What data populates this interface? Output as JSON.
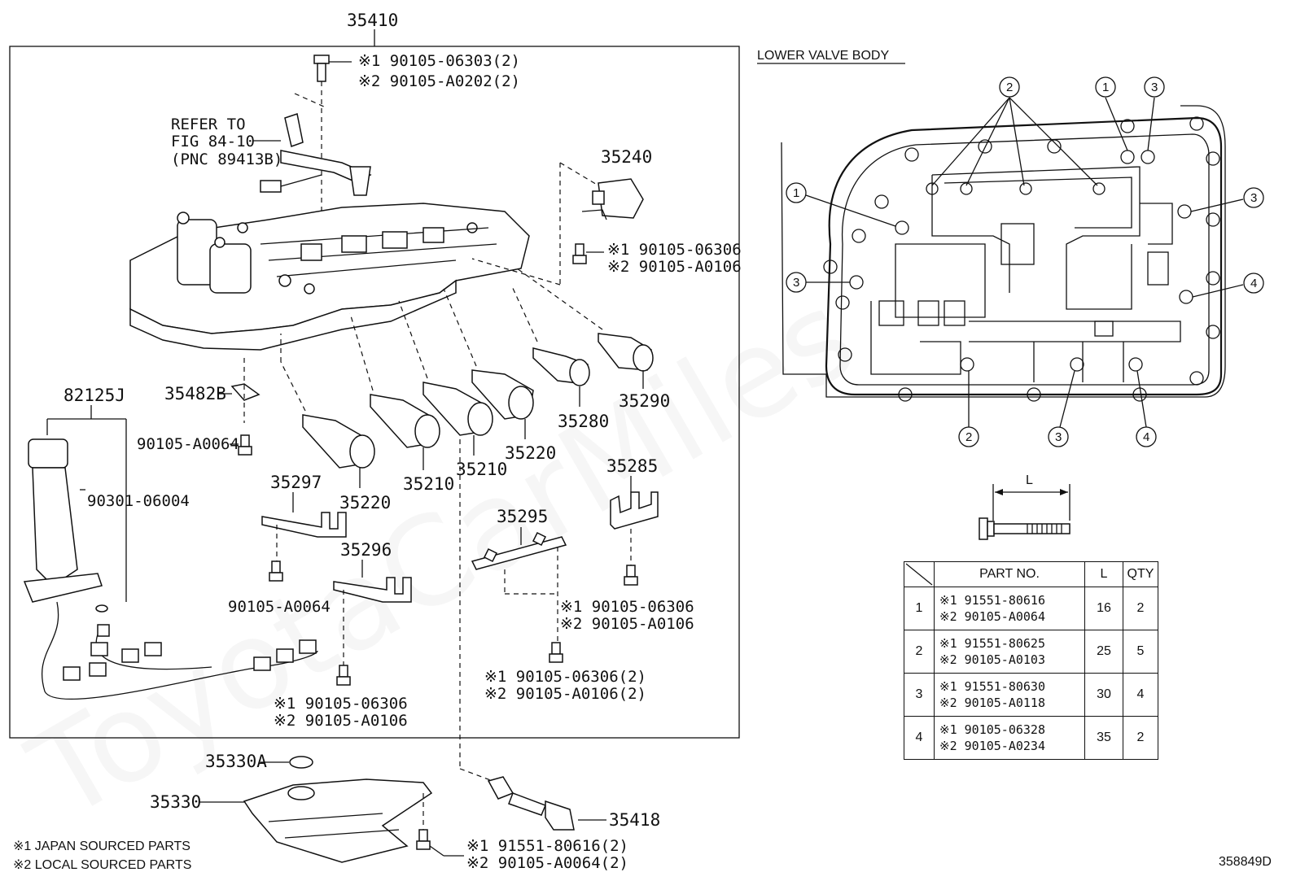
{
  "watermark": "ToyotaCarMiles",
  "diagram_id": "358849D",
  "main_assembly": "35410",
  "lower_valve_body_title": "LOWER VALVE BODY",
  "refer_note": [
    "REFER TO",
    "FIG 84-10",
    "(PNC 89413B)"
  ],
  "parts": {
    "p35240": "35240",
    "p35280": "35280",
    "p35290": "35290",
    "p35220a": "35220",
    "p35220b": "35220",
    "p35210a": "35210",
    "p35210b": "35210",
    "p35482b": "35482B",
    "p82125j": "82125J",
    "p35297": "35297",
    "p35296": "35296",
    "p35295": "35295",
    "p35285": "35285",
    "p35330a": "35330A",
    "p35330": "35330",
    "p35418": "35418",
    "p90105_a0064_a": "90105-A0064",
    "p90301_06004": "90301-06004",
    "p90105_a0064_b": "90105-A0064"
  },
  "bolt_callouts": {
    "top": [
      "※1 90105-06303(2)",
      "※2 90105-A0202(2)"
    ],
    "solenoid": [
      "※1 90105-06306",
      "※2 90105-A0106"
    ],
    "right_mid": [
      "※1 90105-06306",
      "※2 90105-A0106"
    ],
    "lower_mid": [
      "※1 90105-06306(2)",
      "※2 90105-A0106(2)"
    ],
    "lower_left": [
      "※1 90105-06306",
      "※2 90105-A0106"
    ],
    "filter": [
      "※1 91551-80616(2)",
      "※2 90105-A0064(2)"
    ]
  },
  "legend": [
    "※1 JAPAN SOURCED PARTS",
    "※2 LOCAL SOURCED PARTS"
  ],
  "dimension_label": "L",
  "table": {
    "headers": [
      "PART NO.",
      "L",
      "QTY"
    ],
    "rows": [
      {
        "no": "1",
        "p1": "※1 91551-80616",
        "p2": "※2 90105-A0064",
        "l": "16",
        "qty": "2"
      },
      {
        "no": "2",
        "p1": "※1 91551-80625",
        "p2": "※2 90105-A0103",
        "l": "25",
        "qty": "5"
      },
      {
        "no": "3",
        "p1": "※1 91551-80630",
        "p2": "※2 90105-A0118",
        "l": "30",
        "qty": "4"
      },
      {
        "no": "4",
        "p1": "※1 90105-06328",
        "p2": "※2 90105-A0234",
        "l": "35",
        "qty": "2"
      }
    ]
  },
  "callout_numbers": [
    "1",
    "2",
    "3",
    "4"
  ]
}
